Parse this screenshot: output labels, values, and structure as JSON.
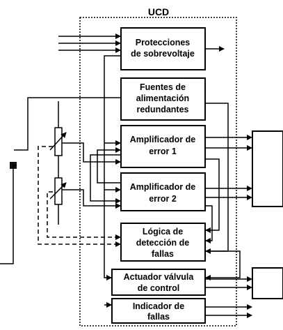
{
  "diagram": {
    "title": "UCD",
    "blocks": [
      {
        "id": "protecciones",
        "lines": [
          "Protecciones",
          "de sobrevoltaje"
        ]
      },
      {
        "id": "fuentes",
        "lines": [
          "Fuentes de",
          "alimentación",
          "redundantes"
        ]
      },
      {
        "id": "amp1",
        "lines": [
          "Amplificador de",
          "error 1"
        ]
      },
      {
        "id": "amp2",
        "lines": [
          "Amplificador de",
          "error 2"
        ]
      },
      {
        "id": "logica",
        "lines": [
          "Lógica de",
          "detección de",
          "fallas"
        ]
      },
      {
        "id": "actuador",
        "lines": [
          "Actuador válvula",
          "de control"
        ]
      },
      {
        "id": "indicador",
        "lines": [
          "Indicador de",
          "fallas"
        ]
      }
    ]
  }
}
